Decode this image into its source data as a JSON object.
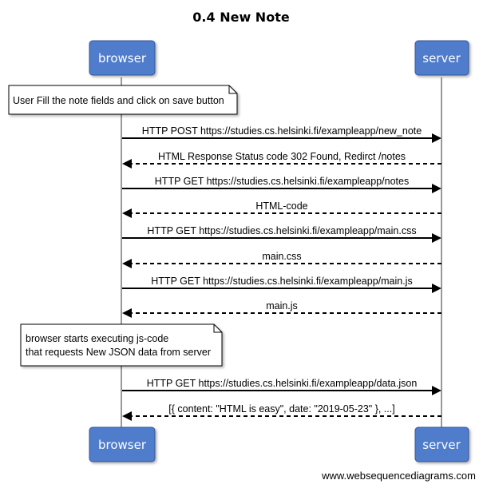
{
  "title": "0.4 New Note",
  "participants": [
    {
      "id": "browser",
      "label": "browser"
    },
    {
      "id": "server",
      "label": "server"
    }
  ],
  "notes": [
    {
      "lines": [
        "User Fill the note fields and click on save button"
      ]
    },
    {
      "lines": [
        "browser starts executing js-code",
        "that requests New JSON data from server"
      ]
    }
  ],
  "messages": [
    {
      "from": "browser",
      "to": "server",
      "style": "solid",
      "label": "HTTP POST https://studies.cs.helsinki.fi/exampleapp/new_note"
    },
    {
      "from": "server",
      "to": "browser",
      "style": "dashed",
      "label": "HTML Response Status code 302 Found, Redirct /notes"
    },
    {
      "from": "browser",
      "to": "server",
      "style": "solid",
      "label": "HTTP GET https://studies.cs.helsinki.fi/exampleapp/notes"
    },
    {
      "from": "server",
      "to": "browser",
      "style": "dashed",
      "label": "HTML-code"
    },
    {
      "from": "browser",
      "to": "server",
      "style": "solid",
      "label": "HTTP GET https://studies.cs.helsinki.fi/exampleapp/main.css"
    },
    {
      "from": "server",
      "to": "browser",
      "style": "dashed",
      "label": "main.css"
    },
    {
      "from": "browser",
      "to": "server",
      "style": "solid",
      "label": "HTTP GET https://studies.cs.helsinki.fi/exampleapp/main.js"
    },
    {
      "from": "server",
      "to": "browser",
      "style": "dashed",
      "label": "main.js"
    },
    {
      "from": "browser",
      "to": "server",
      "style": "solid",
      "label": "HTTP GET https://studies.cs.helsinki.fi/exampleapp/data.json"
    },
    {
      "from": "server",
      "to": "browser",
      "style": "dashed",
      "label": "[{ content: \"HTML is easy\", date: \"2019-05-23\" }, ...]"
    }
  ],
  "footer": "www.websequencediagrams.com",
  "colors": {
    "actor_fill": "#4f7bcb",
    "actor_stroke": "#35599c",
    "lifeline": "#999999",
    "note_fill": "#ffffff"
  }
}
